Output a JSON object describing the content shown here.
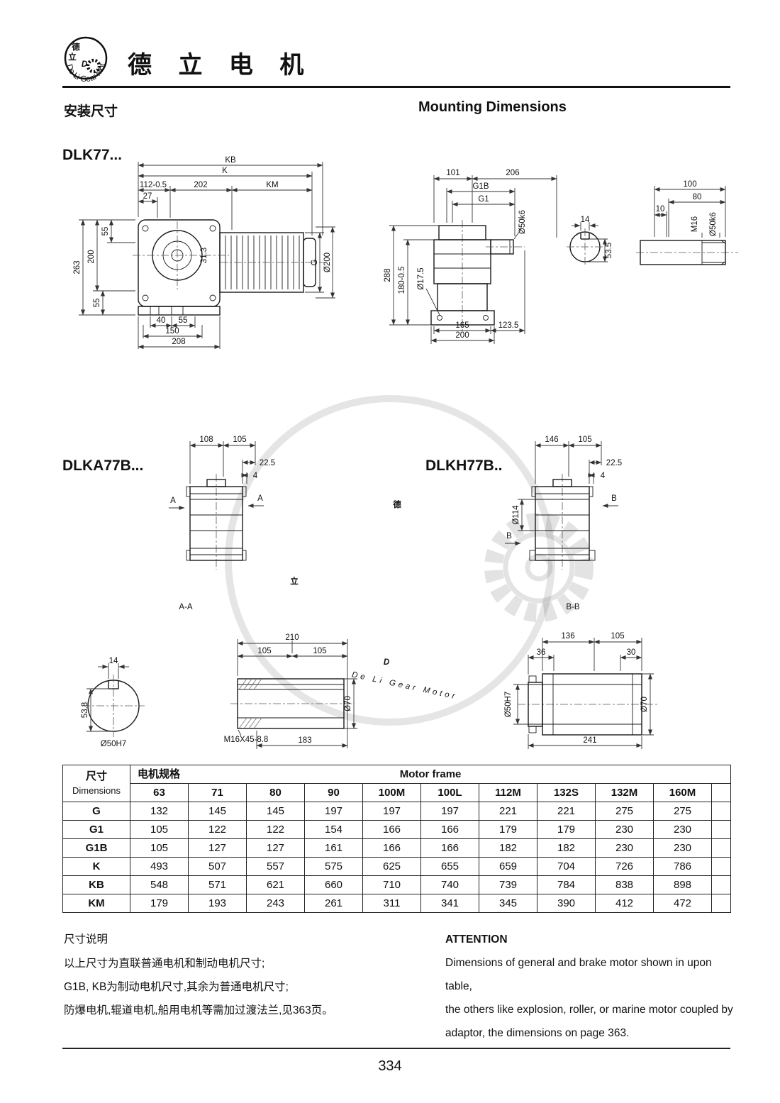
{
  "header": {
    "brand_cn": "德 立 电 机",
    "logo_motto": "De Li Gear Motor",
    "logo_d": "D",
    "logo_cn_top": "德",
    "logo_cn_mid": "立",
    "section_title_cn": "安装尺寸",
    "section_title_en": "Mounting Dimensions"
  },
  "models": {
    "dlk77": "DLK77...",
    "dlka77b": "DLKA77B...",
    "dlkh77b": "DLKH77B.."
  },
  "dwg_side": {
    "kb": "KB",
    "k": "K",
    "d112": "112-0.5",
    "d202": "202",
    "km": "KM",
    "d27": "27",
    "d263": "263",
    "d200_left": "200",
    "d55_top": "55",
    "d55_bl": "55",
    "d313": "31.3",
    "g": "G",
    "d200_dia": "Ø200",
    "d40": "40",
    "d55_bot": "55",
    "d150": "150",
    "d208": "208"
  },
  "dwg_front": {
    "d101": "101",
    "d206": "206",
    "g1b": "G1B",
    "g1": "G1",
    "d50k6": "Ø50k6",
    "d288": "288",
    "d180": "180-0.5",
    "d17": "Ø17.5",
    "d165": "165",
    "d123": "123.5",
    "d200": "200",
    "d14": "14",
    "d53": "53.5"
  },
  "dwg_shaft": {
    "d100": "100",
    "d80": "80",
    "d10": "10",
    "m16": "M16",
    "d50k6": "Ø50k6"
  },
  "dwg_a": {
    "d108": "108",
    "d105": "105",
    "d225": "22.5",
    "d4": "4",
    "a1": "A",
    "a2": "A"
  },
  "dwg_h": {
    "d146": "146",
    "d105": "105",
    "d225": "22.5",
    "d4": "4",
    "d114": "Ø114",
    "b1": "B",
    "b2": "B"
  },
  "dwg_aa": {
    "title": "A-A",
    "d14": "14",
    "d538": "53.8",
    "d50h7": "Ø50H7",
    "d210": "210",
    "d105a": "105",
    "d105b": "105",
    "d70": "Ø70",
    "m16": "M16X45-8.8",
    "d183": "183"
  },
  "dwg_bb": {
    "title": "B-B",
    "d136": "136",
    "d105": "105",
    "d36": "36",
    "d30": "30",
    "d70": "Ø70",
    "d50h7": "Ø50H7",
    "d241": "241"
  },
  "watermark": {
    "cn1": "德",
    "cn2": "立",
    "d": "D",
    "motto": "De Li Gear Motor"
  },
  "table": {
    "col_header_cn": "尺寸",
    "col_header_en": "Dimensions",
    "group_header_cn": "电机规格",
    "group_header_en": "Motor frame",
    "columns": [
      "63",
      "71",
      "80",
      "90",
      "100M",
      "100L",
      "112M",
      "132S",
      "132M",
      "160M"
    ],
    "rows": [
      {
        "label": "G",
        "values": [
          "132",
          "145",
          "145",
          "197",
          "197",
          "197",
          "221",
          "221",
          "275",
          "275"
        ]
      },
      {
        "label": "G1",
        "values": [
          "105",
          "122",
          "122",
          "154",
          "166",
          "166",
          "179",
          "179",
          "230",
          "230"
        ]
      },
      {
        "label": "G1B",
        "values": [
          "105",
          "127",
          "127",
          "161",
          "166",
          "166",
          "182",
          "182",
          "230",
          "230"
        ]
      },
      {
        "label": "K",
        "values": [
          "493",
          "507",
          "557",
          "575",
          "625",
          "655",
          "659",
          "704",
          "726",
          "786"
        ]
      },
      {
        "label": "KB",
        "values": [
          "548",
          "571",
          "621",
          "660",
          "710",
          "740",
          "739",
          "784",
          "838",
          "898"
        ]
      },
      {
        "label": "KM",
        "values": [
          "179",
          "193",
          "243",
          "261",
          "311",
          "341",
          "345",
          "390",
          "412",
          "472"
        ]
      }
    ]
  },
  "notes": {
    "cn_title": "尺寸说明",
    "cn_lines": [
      "以上尺寸为直联普通电机和制动电机尺寸;",
      "G1B, KB为制动电机尺寸,其余为普通电机尺寸;",
      "防爆电机,辊道电机,船用电机等需加过渡法兰,见363页。"
    ],
    "en_title": "ATTENTION",
    "en_lines": [
      "Dimensions of general and brake motor shown in upon table,",
      "the others like explosion, roller, or marine motor coupled by",
      "adaptor, the dimensions on page 363."
    ]
  },
  "footer": {
    "page_number": "334"
  }
}
